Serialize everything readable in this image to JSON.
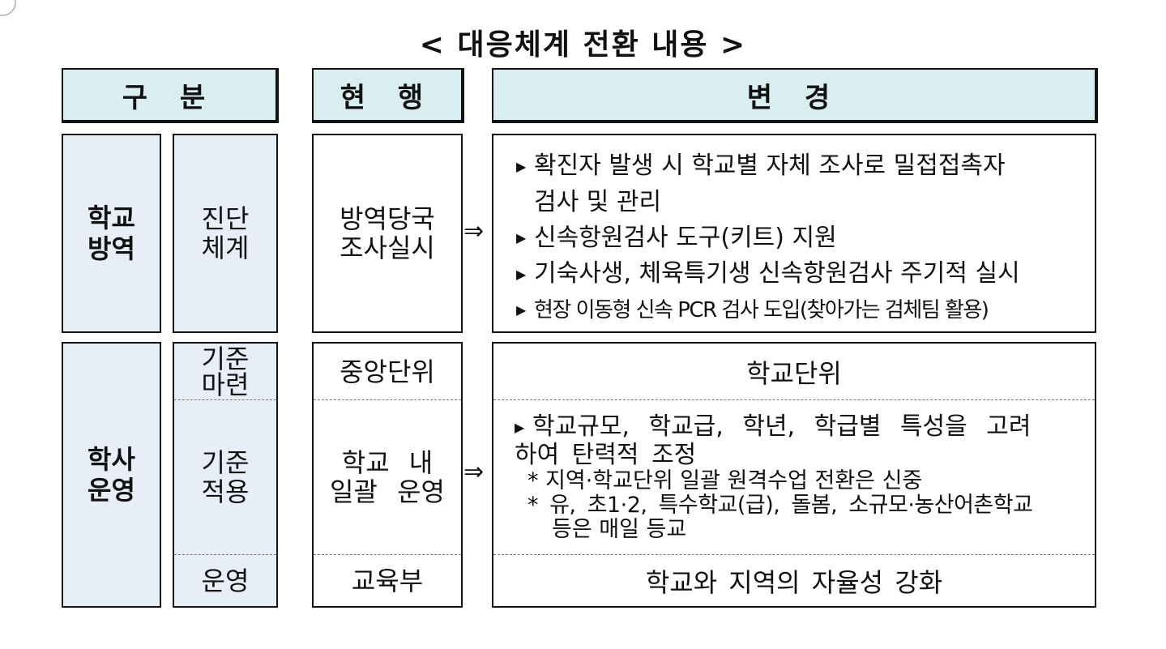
{
  "title": "< 대응체계 전환 내용 >",
  "headers": {
    "category": "구 분",
    "current": "현 행",
    "change": "변 경"
  },
  "rows": {
    "quarantine": {
      "main": [
        "학교",
        "방역"
      ],
      "sub": [
        "진단",
        "체계"
      ],
      "current": [
        "방역당국",
        "조사실시"
      ],
      "arrow": "⇒",
      "changes": [
        [
          "확진자 발생 시 학교별 자체 조사로 밀접접촉자",
          "검사 및 관리"
        ],
        [
          "신속항원검사 도구(키트) 지원"
        ],
        [
          "기숙사생, 체육특기생 신속항원검사 주기적 실시"
        ],
        [
          "현장 이동형 신속 PCR 검사 도입(찾아가는 검체팀 활용)"
        ]
      ]
    },
    "academic": {
      "main": [
        "학사",
        "운영"
      ],
      "criteria_set": {
        "sub": [
          "기준",
          "마련"
        ],
        "current": "중앙단위",
        "change": "학교단위"
      },
      "criteria_apply": {
        "sub": [
          "기준",
          "적용"
        ],
        "current": [
          "학교 내",
          "일괄 운영"
        ],
        "arrow": "⇒",
        "change_bullet": [
          "학교규모, 학교급, 학년, 학급별 특성을 고려",
          "하여 탄력적 조정"
        ],
        "notes": [
          [
            "* 지역·학교단위 일괄 원격수업 전환은 신중"
          ],
          [
            "* 유, 초1·2, 특수학교(급), 돌봄, 소규모·농산어촌학교",
            "등은 매일 등교"
          ]
        ]
      },
      "operation": {
        "sub": "운영",
        "current": "교육부",
        "change": "학교와 지역의 자율성 강화"
      }
    }
  },
  "colors": {
    "header_bg": "#d9eef1",
    "category_bg": "#e8eef8",
    "border": "#111111"
  }
}
